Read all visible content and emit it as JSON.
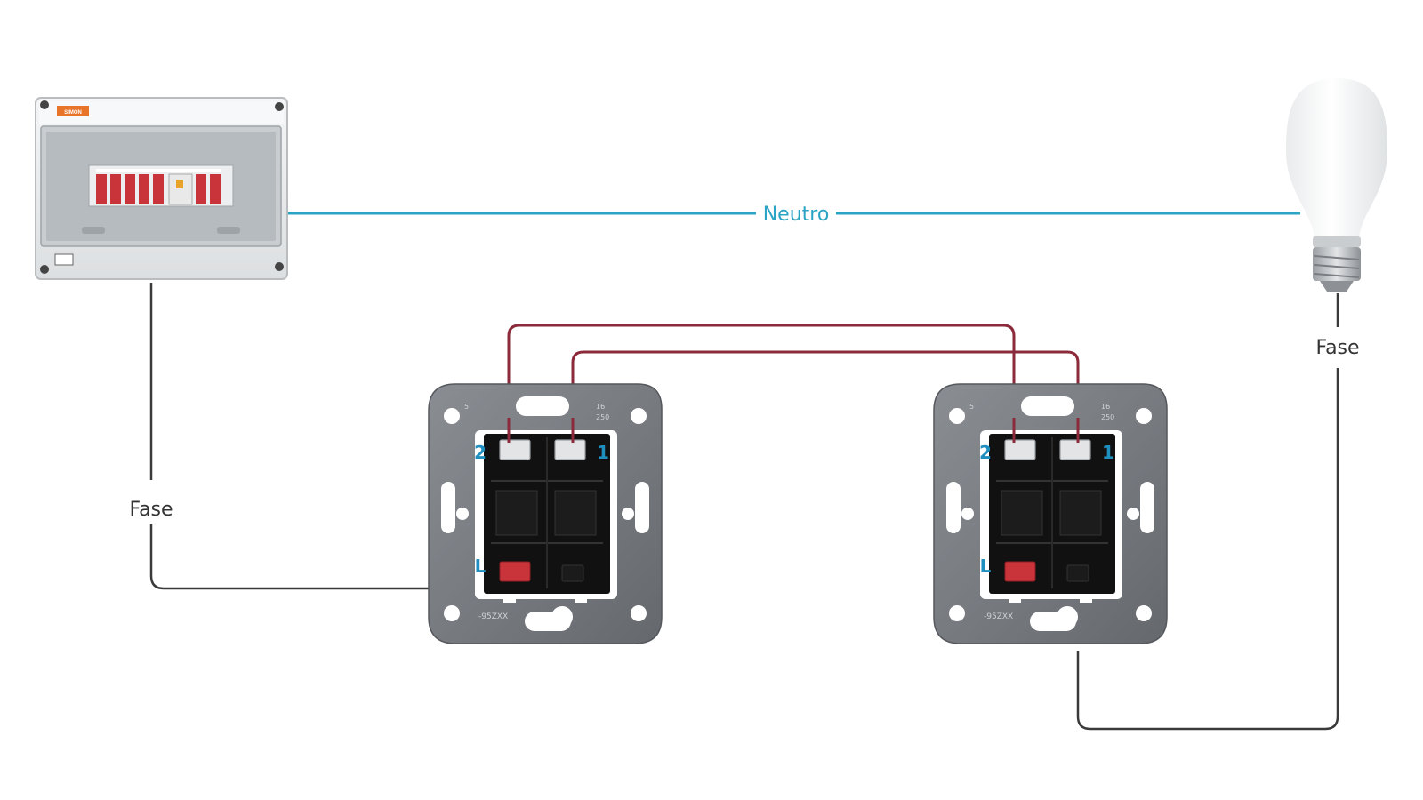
{
  "colors": {
    "neutral_wire": "#2aa3c4",
    "phase_wire": "#3a3a3a",
    "traveler_wire": "#8b2a3a",
    "terminal_label": "#1f8fc0",
    "switch_plate": "#777a80",
    "switch_body": "#111111",
    "panel_frame": "#e6e8ea",
    "breaker_red": "#c8343a",
    "lock_red": "#c8343a"
  },
  "labels": {
    "neutral": "Neutro",
    "phase_left": "Fase",
    "phase_right": "Fase"
  },
  "panel": {
    "brand": "SIMON",
    "breaker_count": 8
  },
  "switches": [
    {
      "id": "left",
      "terminal_2": "2",
      "terminal_1": "1",
      "terminal_l": "L",
      "model_text": "-95ZXX"
    },
    {
      "id": "right",
      "terminal_2": "2",
      "terminal_1": "1",
      "terminal_l": "L",
      "model_text": "-95ZXX"
    }
  ],
  "icons": {
    "panel": "electrical-panel-icon",
    "bulb": "light-bulb-icon",
    "switch": "three-way-switch-icon"
  }
}
